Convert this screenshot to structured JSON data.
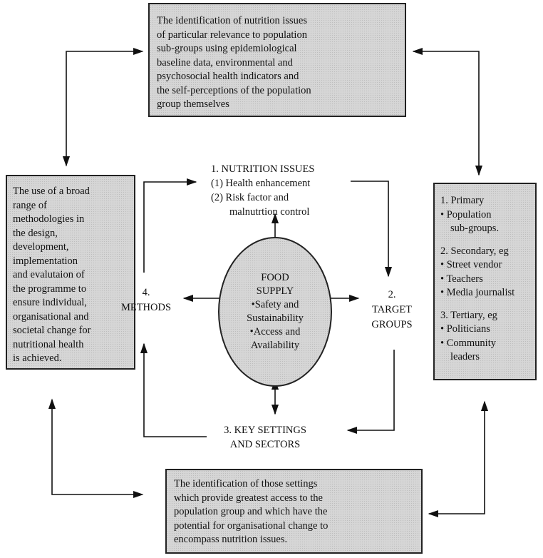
{
  "top_box": {
    "lines": [
      "The identification of nutrition issues",
      "of particular relevance to population",
      "sub-groups using epidemiological",
      "baseline data, environmental and",
      "psychosocial health indicators and",
      "the self-perceptions of the population",
      "group themselves"
    ]
  },
  "left_box": {
    "lines": [
      "The use of a broad",
      "range of",
      "methodologies in",
      "the design,",
      "development,",
      "implementation",
      "and evalutaion of",
      "the programme to",
      "ensure individual,",
      "organisational and",
      "societal change for",
      "nutritional health",
      "is achieved."
    ]
  },
  "right_box": {
    "primary": {
      "title": "1. Primary",
      "items": [
        "• Population",
        "sub-groups."
      ]
    },
    "secondary": {
      "title": "2. Secondary, eg",
      "items": [
        "• Street vendor",
        "• Teachers",
        "• Media journalist"
      ]
    },
    "tertiary": {
      "title": "3. Tertiary, eg",
      "items": [
        "• Politicians",
        "• Community",
        "leaders"
      ]
    }
  },
  "bottom_box": {
    "lines": [
      "The identification of those settings",
      "which provide greatest access to the",
      "population group and which have the",
      "potential for organisational change to",
      "encompass nutrition issues."
    ]
  },
  "nutrition_issues": {
    "title": "1. NUTRITION ISSUES",
    "lines": [
      "(1) Health enhancement",
      "(2) Risk factor and",
      "malnutrtion control"
    ]
  },
  "target_groups": {
    "lines": [
      "2.",
      "TARGET",
      "GROUPS"
    ]
  },
  "key_settings": {
    "lines": [
      "3. KEY SETTINGS",
      "AND SECTORS"
    ]
  },
  "methods": {
    "lines": [
      "4.",
      "METHODS"
    ]
  },
  "food_supply": {
    "lines": [
      "FOOD",
      "SUPPLY",
      "•Safety and",
      "Sustainability",
      "•Access and",
      "Availability"
    ]
  }
}
